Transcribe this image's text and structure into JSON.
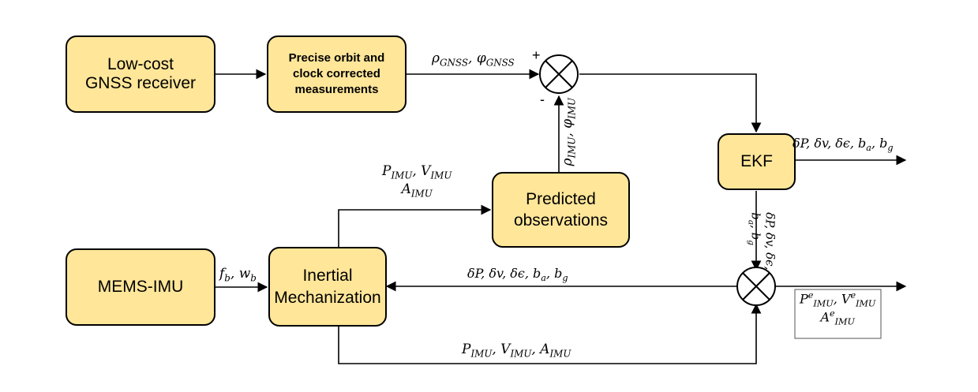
{
  "colors": {
    "box_fill": "#FFE699",
    "stroke": "#000000"
  },
  "boxes": {
    "gnss": "Low-cost\nGNSS receiver",
    "precise": "Precise orbit and\nclock corrected\nmeasurements",
    "ekf": "EKF",
    "predicted": "Predicted\nobservations",
    "mems": "MEMS-IMU",
    "inertial": "Inertial\nMechanization"
  },
  "signs": {
    "plus": "+",
    "minus": "-"
  },
  "labels": {
    "gnss_obs": {
      "rho": "ρ",
      "rho_sub": "GNSS",
      "sep": ", ",
      "phi": "φ",
      "phi_sub": "GNSS"
    },
    "imu_obs": {
      "rho": "ρ",
      "rho_sub": "IMU",
      "sep": ", ",
      "phi": "φ",
      "phi_sub": "IMU"
    },
    "ekf_out": {
      "a": "δP, δv, δϵ, b",
      "a_sub": "a",
      "b": ", b",
      "b_sub": "g"
    },
    "ekf_down": {
      "line1": "δP, δv, δϵ,",
      "b_a": "b",
      "b_a_sub": "a",
      "comma": ", ",
      "b_g": "b",
      "b_g_sub": "g"
    },
    "feedback": {
      "a": "δP, δv, δϵ, b",
      "a_sub": "a",
      "b": ", b",
      "b_sub": "g"
    },
    "fw": {
      "f": "f",
      "f_sub": "b",
      "sep": ", ",
      "w": "w",
      "w_sub": "b"
    },
    "pva_top": {
      "p": "P",
      "p_sub": "IMU",
      "sep": ", ",
      "v": "V",
      "v_sub": "IMU",
      "a": "A",
      "a_sub": "IMU"
    },
    "pva_bottom": {
      "p": "P",
      "p_sub": "IMU",
      "sep1": ", ",
      "v": "V",
      "v_sub": "IMU",
      "sep2": ", ",
      "a": "A",
      "a_sub": "IMU"
    },
    "output": {
      "p": "P",
      "p_sub": "IMU",
      "p_sup": "e",
      "sep": ", ",
      "v": "V",
      "v_sub": "IMU",
      "v_sup": "e",
      "a": "A",
      "a_sub": "IMU",
      "a_sup": "e"
    }
  }
}
